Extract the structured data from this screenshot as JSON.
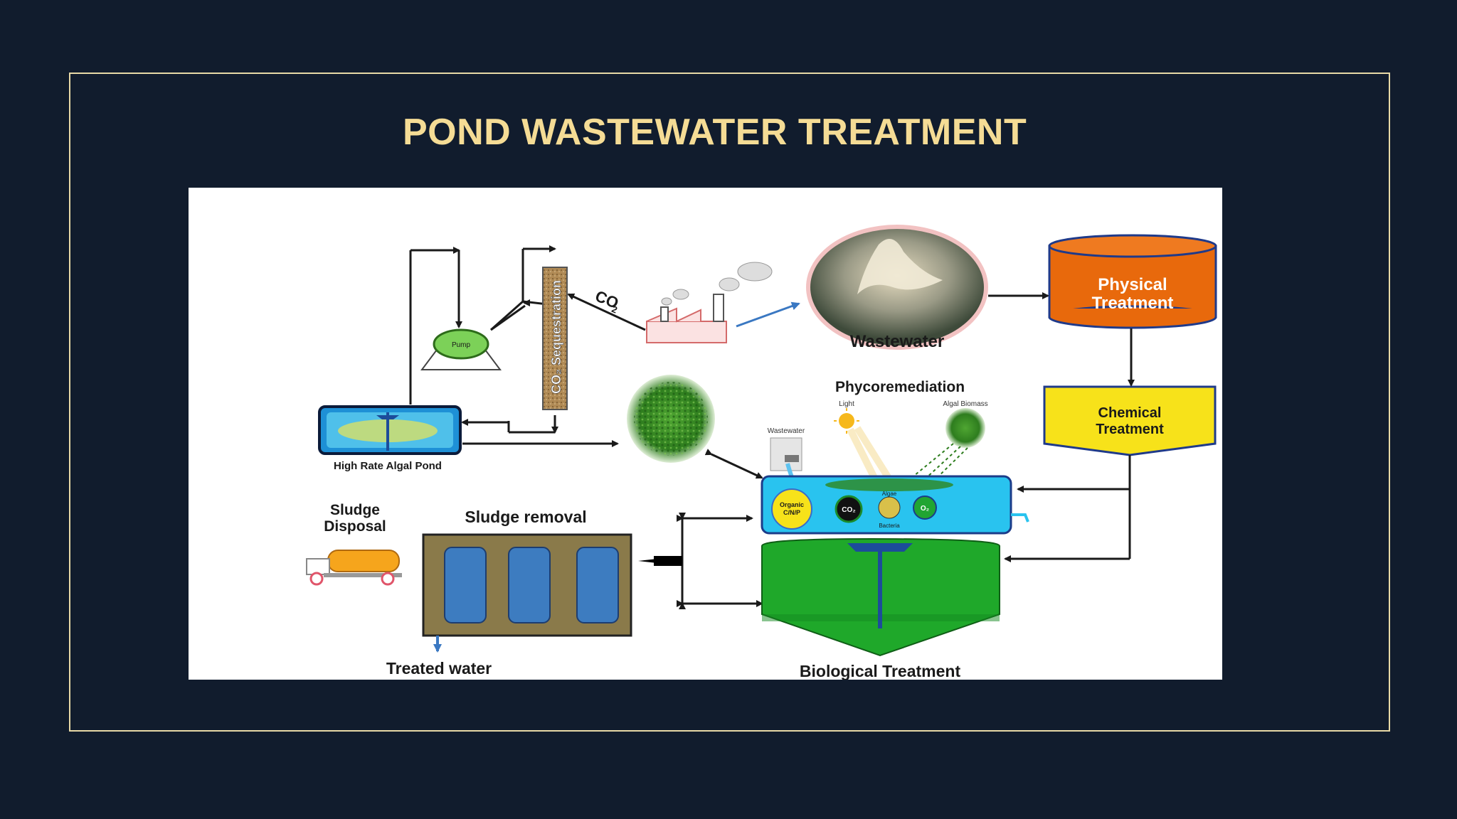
{
  "slide": {
    "title": "POND WASTEWATER TREATMENT"
  },
  "colors": {
    "background": "#111c2d",
    "frame": "#e8d9a6",
    "title": "#f5dc95",
    "physical": "#e8690c",
    "chemical": "#f7e21a",
    "biological": "#1fa82a",
    "pond_water": "#29c3ef",
    "sludge_tank": "#8a7a4a",
    "sludge_cell": "#3d7cc0"
  },
  "diagram": {
    "physical_treatment_line1": "Physical",
    "physical_treatment_line2": "Treatment",
    "chemical_treatment_line1": "Chemical",
    "chemical_treatment_line2": "Treatment",
    "wastewater": "Wastewater",
    "co2_label": "CO",
    "co2_sub": "2",
    "co2_sequestration": "CO₂ Sequestration",
    "pump": "Pump",
    "high_rate_algal_pond": "High Rate Algal Pond",
    "phycoremediation": "Phycoremediation",
    "light": "Light",
    "algal_biomass": "Algal Biomass",
    "wastewater_small": "Wastewater",
    "algae": "Algae",
    "bacteria": "Bacteria",
    "organic_line1": "Organic",
    "organic_line2": "C/N/P",
    "co2_bubble": "CO₂",
    "o2_bubble": "O₂",
    "sludge_disposal_line1": "Sludge",
    "sludge_disposal_line2": "Disposal",
    "sludge_removal": "Sludge removal",
    "treated_water": "Treated water",
    "biological_treatment": "Biological Treatment"
  }
}
